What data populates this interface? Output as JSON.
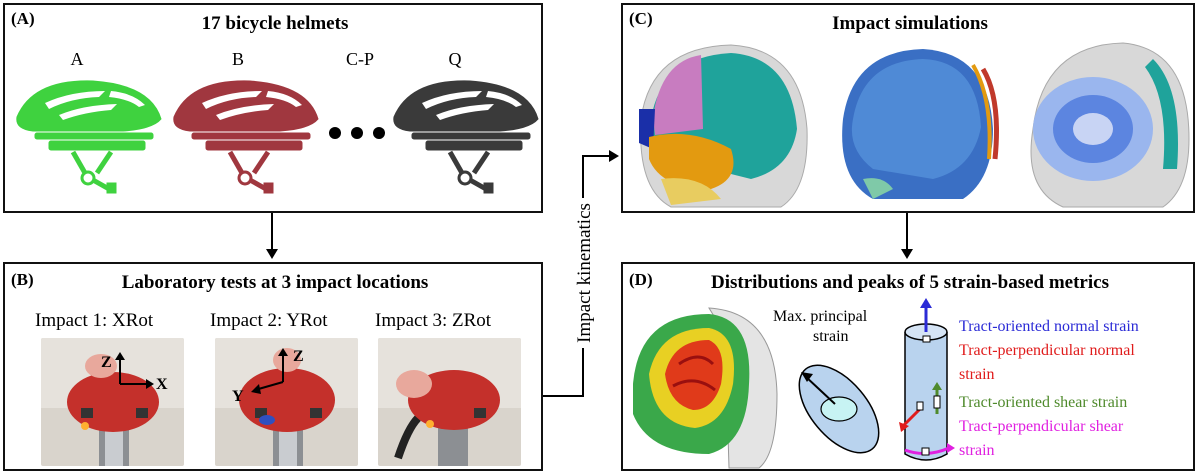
{
  "panels": {
    "a": {
      "label": "(A)",
      "title": "17 bicycle helmets",
      "helmet_labels": [
        "A",
        "B",
        "C-P",
        "Q"
      ],
      "helmet_colors": [
        "#3fd23f",
        "#a0373f",
        "#3a3a3a"
      ]
    },
    "b": {
      "label": "(B)",
      "title": "Laboratory tests at 3 impact locations",
      "impacts": [
        "Impact 1: XRot",
        "Impact 2: YRot",
        "Impact 3: ZRot"
      ],
      "axis_labels": [
        "Z",
        "X",
        "Z",
        "Y"
      ]
    },
    "c": {
      "label": "(C)",
      "title": "Impact simulations"
    },
    "d": {
      "label": "(D)",
      "title": "Distributions and peaks of 5 strain-based metrics",
      "max_principal": [
        "Max. principal",
        "strain"
      ],
      "metrics": [
        {
          "text": "Tract-oriented normal strain",
          "color": "#2b2bd6"
        },
        {
          "text": "Tract-perpendicular normal",
          "color": "#e01b1b"
        },
        {
          "text": "strain",
          "color": "#e01b1b"
        },
        {
          "text": "Tract-oriented shear strain",
          "color": "#4f8a2c"
        },
        {
          "text": "Tract-perpendicular shear",
          "color": "#e020e0"
        },
        {
          "text": "strain",
          "color": "#e020e0"
        }
      ]
    }
  },
  "connector_label": "Impact kinematics"
}
